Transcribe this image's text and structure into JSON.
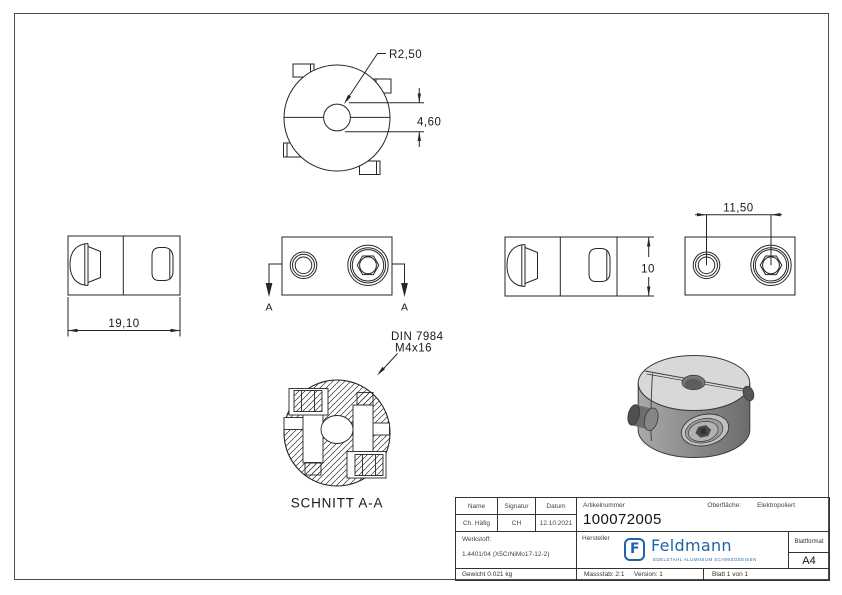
{
  "drawing": {
    "dim_radius": "R2,50",
    "dim_slot": "4,60",
    "dim_width": "19,10",
    "dim_height": "10",
    "dim_spacing": "11,50",
    "note_line1": "DIN 7984",
    "note_line2": "M4x16",
    "section_title": "SCHNITT A-A",
    "marker": "A"
  },
  "title_block": {
    "name_label": "Name",
    "signature_label": "Signatur",
    "date_label": "Datum",
    "article_label": "Artikelnummer",
    "article_number": "100072005",
    "surface_label": "Oberfläche:",
    "surface_value": "Elektropoliert",
    "name_value": "Ch. Häfig",
    "signature_value": "CH",
    "date_value": "12.10.2021",
    "material_label": "Werkstoff:",
    "material_value": "1.4401/04 (X5CrNiMo17-12-2)",
    "manufacturer_label": "Hersteller",
    "weight": "Gewicht 0.021 kg",
    "scale": "Massstab: 2:1",
    "version": "Version: 1",
    "sheet": "Blatt 1 von 1",
    "format_label": "Blattformat",
    "format_value": "A4",
    "logo_text": "Feldmann",
    "logo_tagline": "EDELSTAHL ALUMINIUM SCHMIEDEEISEN",
    "logo_color": "#1f63a8"
  }
}
